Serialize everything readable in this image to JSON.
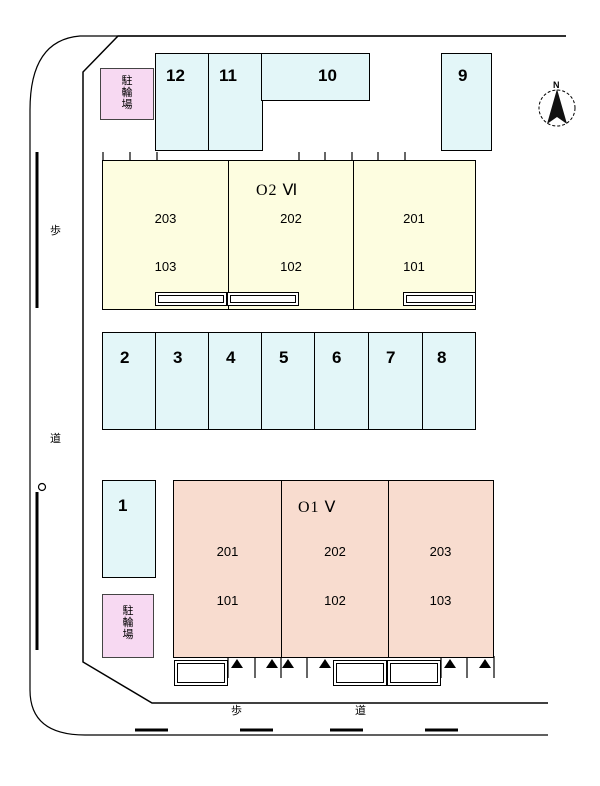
{
  "parking_lots_top": [
    "12",
    "11",
    "10",
    "9"
  ],
  "parking_lots_middle": [
    "2",
    "3",
    "4",
    "5",
    "6",
    "7",
    "8"
  ],
  "parking_lot_single": "1",
  "building_02": {
    "name": "O2 Ⅵ",
    "units": [
      {
        "upper": "203",
        "lower": "103"
      },
      {
        "upper": "202",
        "lower": "102"
      },
      {
        "upper": "201",
        "lower": "101"
      }
    ]
  },
  "building_01": {
    "name": "O1 Ⅴ",
    "units": [
      {
        "upper": "201",
        "lower": "101"
      },
      {
        "upper": "202",
        "lower": "102"
      },
      {
        "upper": "203",
        "lower": "103"
      }
    ]
  },
  "bicycle_parking": [
    "駐",
    "輪",
    "場"
  ],
  "sidewalk": {
    "left_char_1": "歩",
    "left_char_2": "道",
    "bottom_char_1": "歩",
    "bottom_char_2": "道"
  },
  "compass_letter": "N",
  "colors": {
    "parking": "#e3f6f8",
    "building_02": "#fdfde0",
    "building_01": "#f8dccf",
    "bicycle": "#f7d9f2"
  }
}
